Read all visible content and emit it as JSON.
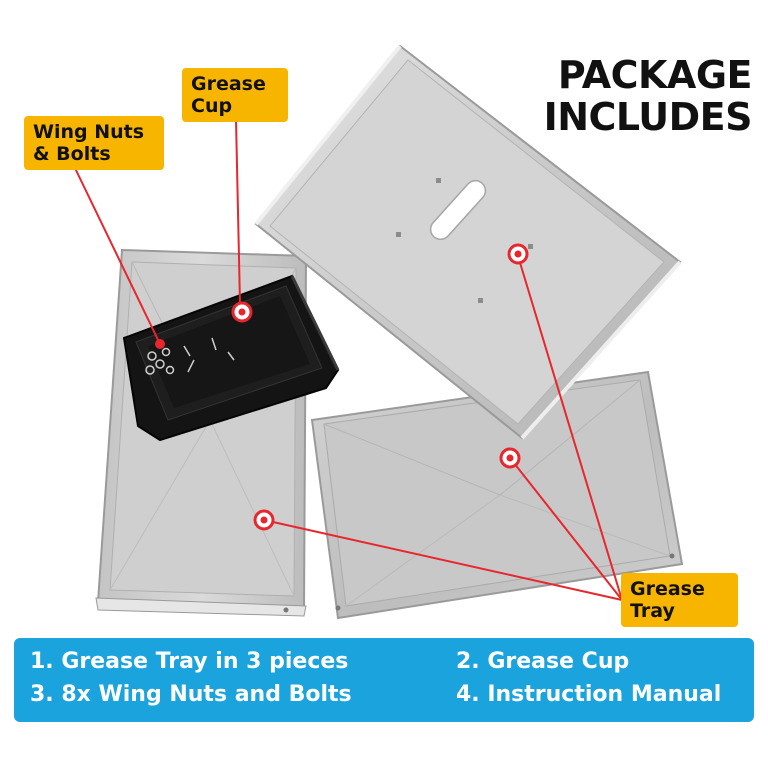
{
  "headline": {
    "line1": "PACKAGE",
    "line2": "INCLUDES"
  },
  "callouts": {
    "wing_nuts": {
      "line1": "Wing Nuts",
      "line2": "& Bolts"
    },
    "grease_cup": {
      "line1": "Grease",
      "line2": "Cup"
    },
    "grease_tray": {
      "line1": "Grease",
      "line2": "Tray"
    }
  },
  "banner": {
    "items": [
      "1. Grease Tray in 3 pieces",
      "2. Grease Cup",
      "3. 8x Wing Nuts and Bolts",
      "4. Instruction Manual"
    ]
  },
  "colors": {
    "callout_bg": "#f7b500",
    "banner_bg": "#1ba3dd",
    "pointer_red": "#e8262d",
    "metal_light": "#d9d9d9",
    "metal_dark": "#a9a9a9",
    "cup_black": "#111111"
  }
}
